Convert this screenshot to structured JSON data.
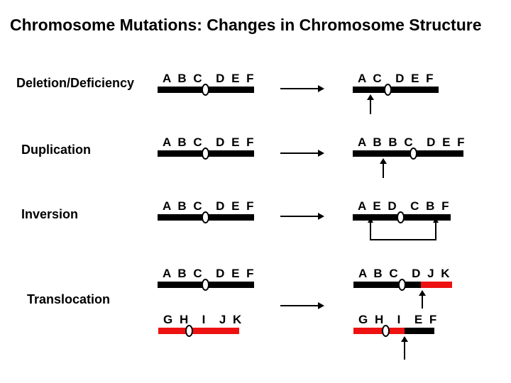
{
  "slide_title": "Chromosome Mutations: Changes in Chromosome Structure",
  "colors": {
    "text": "#000000",
    "chromosome_black": "#000000",
    "chromosome_red": "#ee1111",
    "centromere_fill": "#ffffff",
    "background": "#ffffff"
  },
  "icons": {
    "mutation_arrow": "right-arrow",
    "breakpoint_marker": "up-arrow",
    "inversion_span": "bracket-with-up-arrowheads",
    "centromere": "white-oval"
  },
  "rows": [
    {
      "label": "Deletion/Deficiency",
      "left": {
        "letters": "A B C  D E F"
      },
      "right": {
        "letters": "A C  D E F"
      }
    },
    {
      "label": "Duplication",
      "left": {
        "letters": "A B C  D E F"
      },
      "right": {
        "letters": "A B B C  D E F"
      }
    },
    {
      "label": "Inversion",
      "left": {
        "letters": "A B C  D E F"
      },
      "right": {
        "letters": "A E D  C B F"
      }
    },
    {
      "label": "Translocation",
      "left_top": {
        "letters": "A B C  D E F"
      },
      "left_bottom": {
        "letters": "G H  I  J K"
      },
      "right_top": {
        "letters": "A B C  D J K"
      },
      "right_bottom": {
        "letters": "G H  I  E F"
      }
    }
  ]
}
